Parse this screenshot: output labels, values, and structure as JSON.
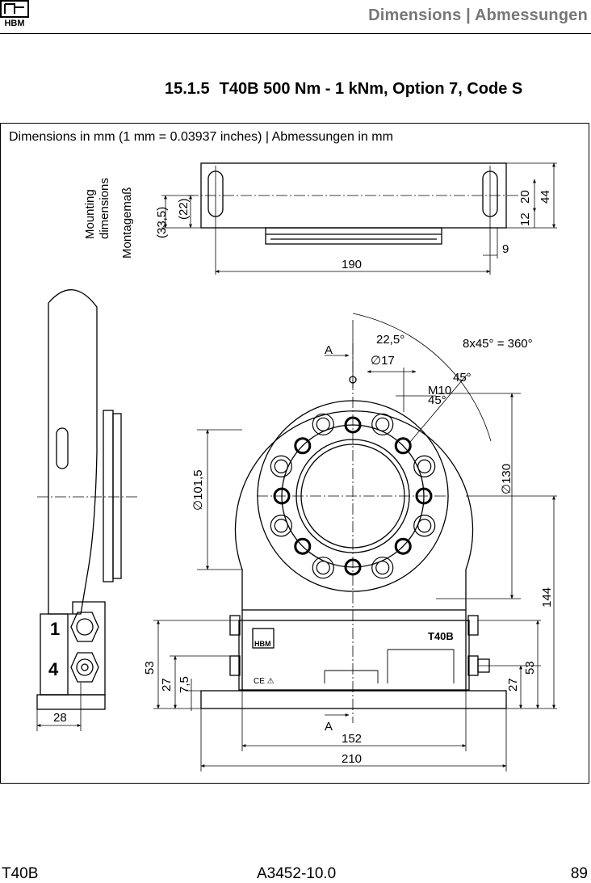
{
  "header": {
    "logo_text": "HBM",
    "title": "Dimensions | Abmessungen"
  },
  "section": {
    "number": "15.1.5",
    "title": "T40B 500 Nm - 1 kNm, Option 7, Code S"
  },
  "drawing": {
    "caption": "Dimensions in mm (1 mm = 0.03937 inches) | Abmessungen in mm",
    "mounting_label": [
      "Mounting",
      "dimensions",
      "Montagemaß"
    ],
    "dims": {
      "d_33_5": "(33,5)",
      "d_22": "(22)",
      "d_20": "20",
      "d_44": "44",
      "d_12": "12",
      "d_9": "9",
      "d_190": "190",
      "section_a": "A",
      "angle_22_5": "22,5°",
      "hole_17": "∅17",
      "pattern": "8x45° = 360°",
      "angle_45a": "45°",
      "thread": "M10",
      "angle_45b": "45°",
      "pcd_101_5": "∅101,5",
      "pcd_130": "∅130",
      "d_144": "144",
      "d_53_left": "53",
      "d_27_left": "27",
      "d_7_5": "7,5",
      "d_53_right": "53",
      "d_27_right": "27",
      "d_152": "152",
      "d_210": "210",
      "d_28": "28",
      "connector_1": "1",
      "connector_4": "4",
      "housing_logo": "HBM",
      "housing_model": "T40B",
      "housing_marks": "CE ⚠"
    }
  },
  "footer": {
    "left": "T40B",
    "middle": "A3452-10.0",
    "page": "89"
  }
}
